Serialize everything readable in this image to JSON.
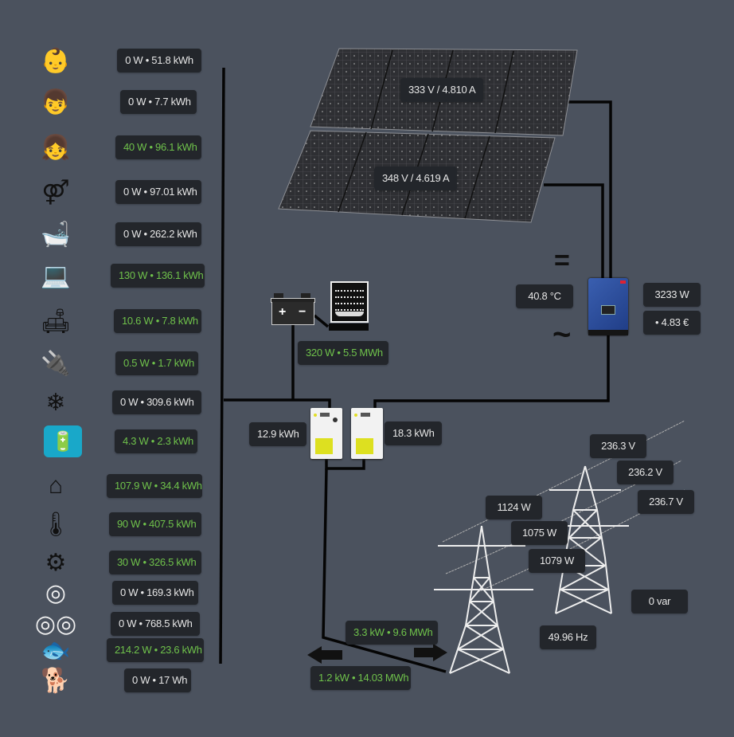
{
  "colors": {
    "background": "#4b525e",
    "badge_bg": "#23262b",
    "badge_text": "#e6e6e6",
    "active_text": "#6fc24b"
  },
  "consumers": [
    {
      "icon": "baby-icon",
      "label": "0 W • 51.8 kWh",
      "active": false
    },
    {
      "icon": "kids-boy-tablet-icon",
      "label": "0 W • 7.7 kWh",
      "active": false
    },
    {
      "icon": "kids-girl-tablet-icon",
      "label": "40 W • 96.1 kWh",
      "active": true
    },
    {
      "icon": "bedroom-couple-icon",
      "label": "0 W • 97.01 kWh",
      "active": false
    },
    {
      "icon": "bathtub-icon",
      "label": "0 W • 262.2 kWh",
      "active": false
    },
    {
      "icon": "office-desk-icon",
      "label": "130 W • 136.1 kWh",
      "active": true
    },
    {
      "icon": "living-room-icon",
      "label": "10.6 W • 7.8 kWh",
      "active": true
    },
    {
      "icon": "phone-charger-icon",
      "label": "0.5 W • 1.7 kWh",
      "active": true
    },
    {
      "icon": "fridge-icon",
      "label": "0 W • 309.6 kWh",
      "active": false
    },
    {
      "icon": "battery-charger-icon",
      "label": "4.3 W • 2.3 kWh",
      "active": true
    },
    {
      "icon": "greenhouse-icon",
      "label": "107.9 W • 34.4 kWh",
      "active": true
    },
    {
      "icon": "house-thermometer-icon",
      "label": "90 W • 407.5 kWh",
      "active": true
    },
    {
      "icon": "network-device-icon",
      "label": "30 W • 326.5 kWh",
      "active": true
    },
    {
      "icon": "washing-machine-icon",
      "label": "0 W • 169.3 kWh",
      "active": false
    },
    {
      "icon": "washer-dryer-icon",
      "label": "0 W • 768.5 kWh",
      "active": false
    },
    {
      "icon": "aquarium-fish-icon",
      "label": "214.2 W • 23.6 kWh",
      "active": true
    },
    {
      "icon": "dog-icon",
      "label": "0 W • 17 Wh",
      "active": false
    }
  ],
  "solar": {
    "string1": "333 V / 4.810 A",
    "string2": "348 V / 4.619 A"
  },
  "inverter": {
    "temperature": "40.8 °C",
    "power": "3233 W",
    "earnings": "• 4.83 €",
    "dc_symbol": "=",
    "ac_symbol": "~"
  },
  "battery": {
    "label": "320 W • 5.5 MWh"
  },
  "meters": {
    "left": "12.9 kWh",
    "right": "18.3 kWh"
  },
  "grid": {
    "export": "3.3 kW • 9.6 MWh",
    "import": "1.2 kW • 14.03 MWh",
    "voltage_l1": "236.3 V",
    "voltage_l2": "236.2 V",
    "voltage_l3": "236.7 V",
    "power_l1": "1124 W",
    "power_l2": "1075 W",
    "power_l3": "1079 W",
    "reactive": "0 var",
    "frequency": "49.96 Hz"
  }
}
